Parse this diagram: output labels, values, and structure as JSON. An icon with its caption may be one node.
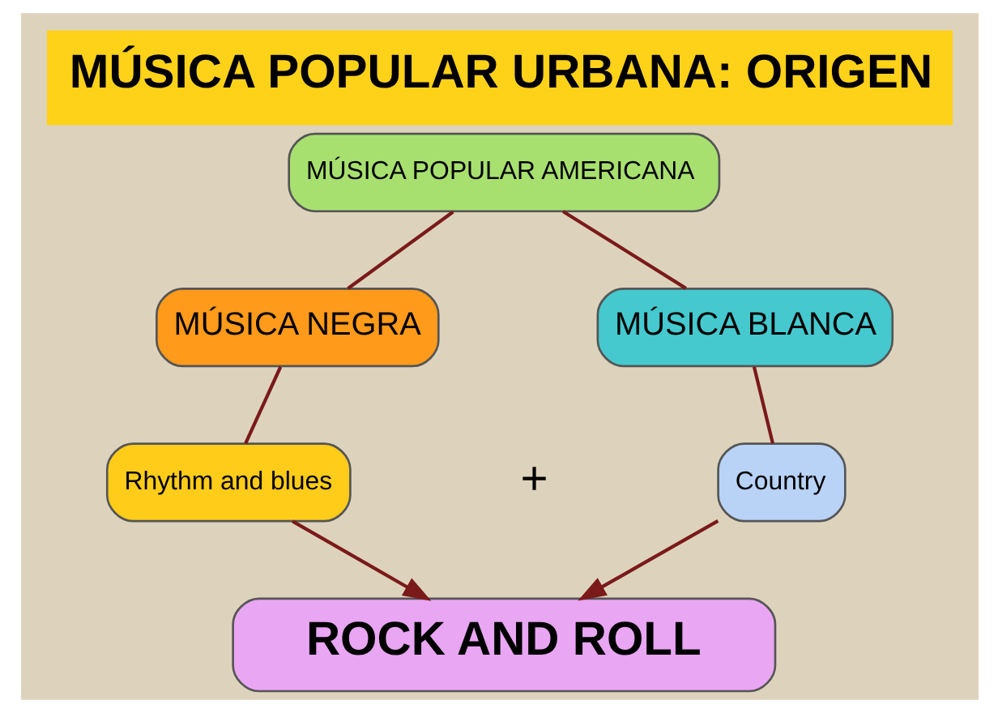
{
  "diagram": {
    "title": "MÚSICA POPULAR URBANA: ORIGEN",
    "nodes": [
      {
        "text": [
          "MÚSICA POPULAR AMERICANA"
        ]
      },
      {
        "text": [
          "MÚSICA NEGRA"
        ]
      },
      {
        "text": [
          "MÚSICA BLANCA"
        ]
      },
      {
        "text": [
          "Rhythm and blues"
        ]
      },
      {
        "text": [
          "Country"
        ]
      },
      {
        "text": [
          "ROCK AND ROLL"
        ]
      }
    ],
    "edges": [
      {
        "from": 0,
        "to": 1,
        "arrow": "none"
      },
      {
        "from": 0,
        "to": 2,
        "arrow": "none"
      },
      {
        "from": 1,
        "to": 3,
        "arrow": "none"
      },
      {
        "from": 2,
        "to": 4,
        "arrow": "none"
      },
      {
        "from": 3,
        "to": 5,
        "arrow": "to"
      },
      {
        "from": 4,
        "to": 5,
        "arrow": "to"
      }
    ],
    "labels": [
      "+"
    ]
  }
}
